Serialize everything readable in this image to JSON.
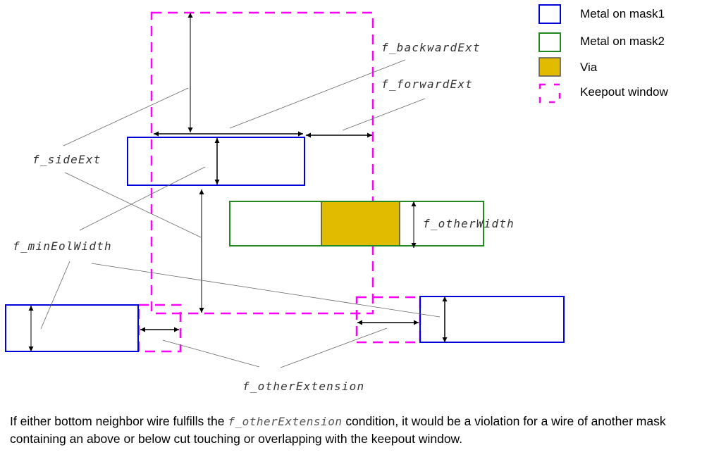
{
  "legend": {
    "items": [
      {
        "label": "Metal on mask1",
        "kind": "mask1",
        "color": "#0000dd"
      },
      {
        "label": "Metal on mask2",
        "kind": "mask2",
        "color": "#228822"
      },
      {
        "label": "Via",
        "kind": "via",
        "color": "#e0bb00"
      },
      {
        "label": "Keepout window",
        "kind": "keepout",
        "color": "#ff00ff"
      }
    ]
  },
  "labels": {
    "backward_ext": "f_backwardExt",
    "forward_ext": "f_forwardExt",
    "side_ext": "f_sideExt",
    "min_eol_width": "f_minEolWidth",
    "other_width": "f_otherWidth",
    "other_extension": "f_otherExtension"
  },
  "caption": {
    "part1": "If either bottom neighbor wire fulfills the ",
    "code": "f_otherExtension",
    "part2": " condition, it would be a violation for a wire of another mask containing an above or below cut touching or overlapping with the keepout window."
  }
}
